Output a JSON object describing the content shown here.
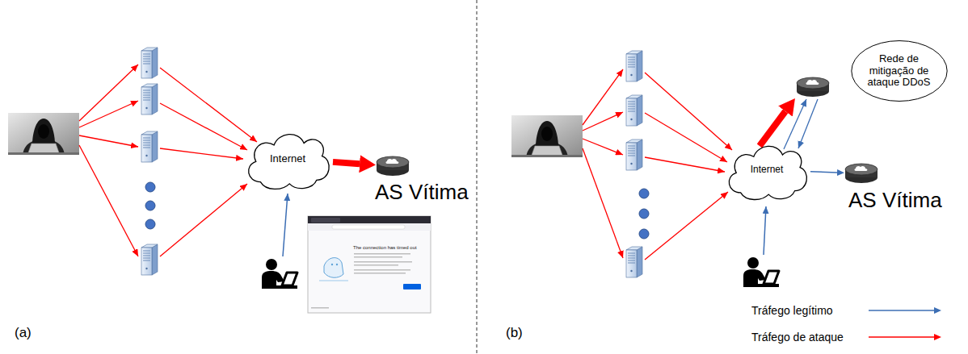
{
  "diagram": {
    "nodes": [
      {
        "text": [
          "Internet"
        ]
      },
      {
        "text": [
          "AS Vítima"
        ]
      },
      {
        "text": [
          "Rede de mitigação de ataque DDoS"
        ]
      },
      {
        "text": [
          "Internet"
        ]
      },
      {
        "text": [
          "AS Vítima"
        ]
      }
    ],
    "edges": [
      {
        "from": 0,
        "to": 1,
        "arrow": "to"
      },
      {
        "from": 3,
        "to": 4,
        "arrow": "to"
      }
    ],
    "labels": [
      "(a)",
      "The connection has timed out",
      "(b)"
    ],
    "legend": [
      {
        "text": "Tráfego legítimo"
      },
      {
        "text": "Tráfego de ataque"
      }
    ]
  }
}
